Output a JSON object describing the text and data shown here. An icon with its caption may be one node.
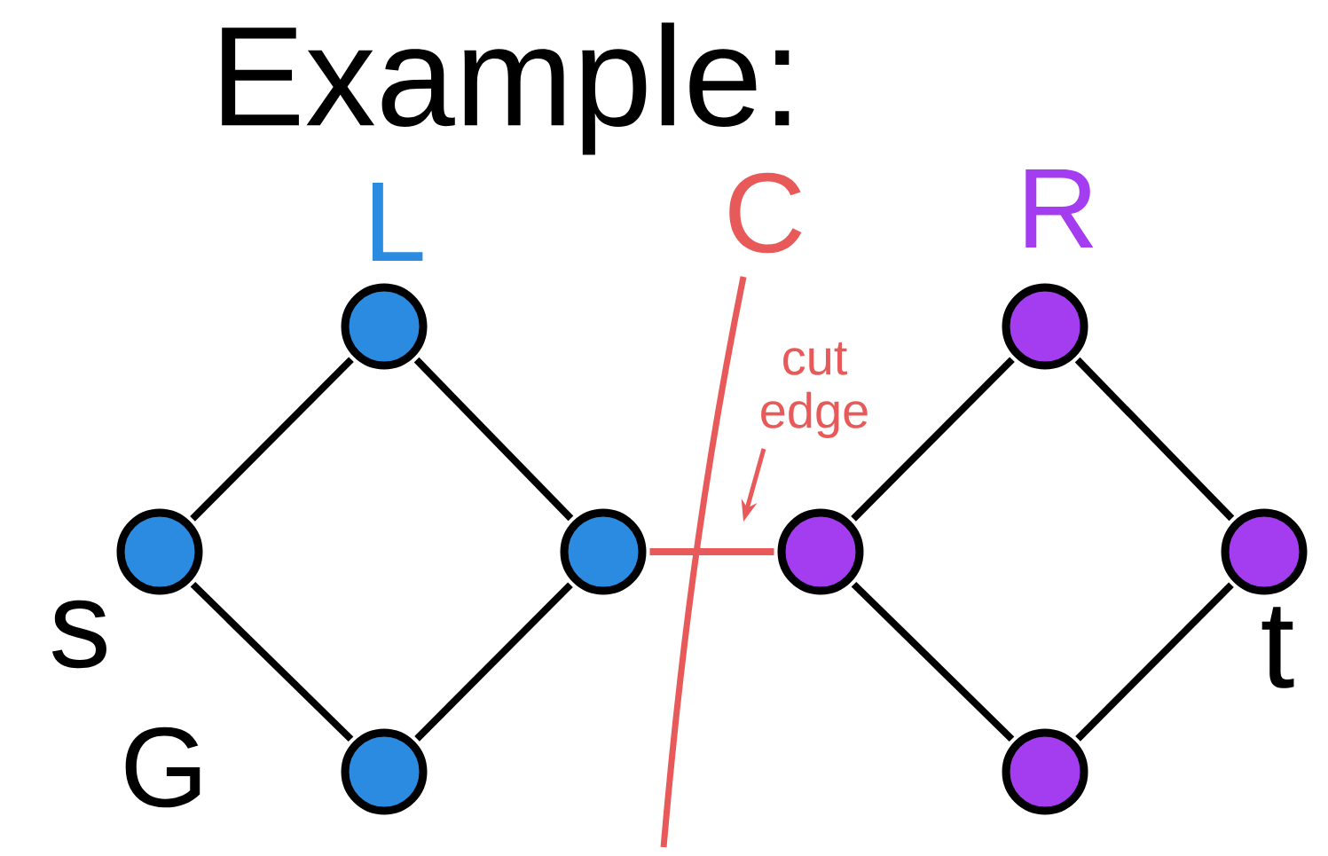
{
  "diagram": {
    "title": "Example:",
    "nodes": [
      {
        "text": [],
        "shape": "circle"
      },
      {
        "text": [],
        "shape": "circle",
        "beside": [
          "s"
        ]
      },
      {
        "text": [],
        "shape": "circle"
      },
      {
        "text": [],
        "shape": "circle"
      },
      {
        "text": [],
        "shape": "circle"
      },
      {
        "text": [],
        "shape": "circle"
      },
      {
        "text": [],
        "shape": "circle",
        "beside": [
          "t"
        ]
      },
      {
        "text": [],
        "shape": "circle"
      },
      {
        "text": [
          "cut edge"
        ]
      }
    ],
    "edges": [
      {
        "from": 0,
        "to": 1,
        "arrow": "none"
      },
      {
        "from": 0,
        "to": 2,
        "arrow": "none"
      },
      {
        "from": 1,
        "to": 3,
        "arrow": "none"
      },
      {
        "from": 2,
        "to": 3,
        "arrow": "none"
      },
      {
        "from": 2,
        "to": 4,
        "arrow": "none",
        "color": "#e85a5a"
      },
      {
        "from": 4,
        "to": 5,
        "arrow": "none"
      },
      {
        "from": 5,
        "to": 6,
        "arrow": "none"
      },
      {
        "from": 4,
        "to": 7,
        "arrow": "none"
      },
      {
        "from": 7,
        "to": 6,
        "arrow": "none"
      },
      {
        "from": 8,
        "to": null,
        "arrow": "to",
        "color": "#e85a5a"
      }
    ],
    "labels": [
      "L",
      "C",
      "R",
      "G"
    ]
  }
}
